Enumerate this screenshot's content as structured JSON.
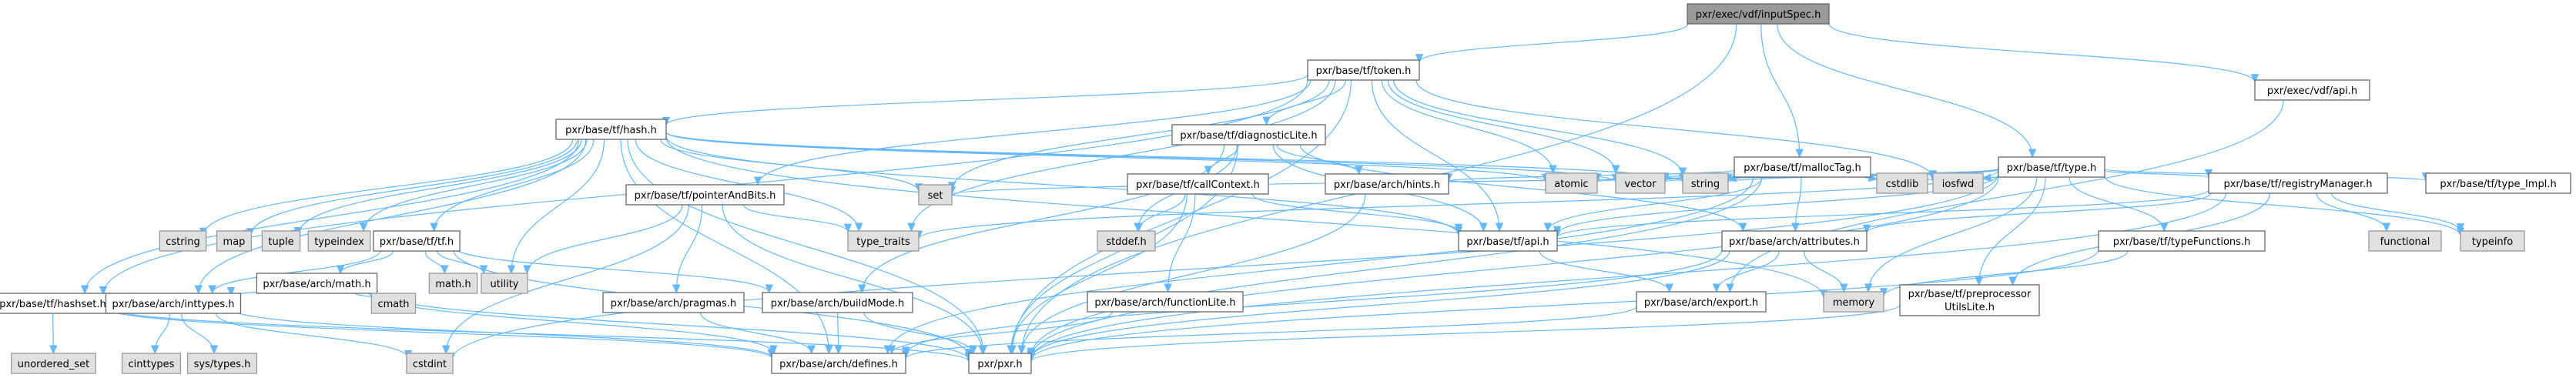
{
  "title": "pxr/exec/vdf/inputSpec.h include dependency graph",
  "colors": {
    "edge": "#63b8ff",
    "root_fill": "#999999",
    "user_fill": "#ffffff",
    "system_fill": "#e0e0e0",
    "border": "#666666"
  },
  "nodes": [
    {
      "id": "inputSpec",
      "label": "pxr/exec/vdf/inputSpec.h",
      "kind": "root"
    },
    {
      "id": "token",
      "label": "pxr/base/tf/token.h",
      "kind": "user"
    },
    {
      "id": "vdfapi",
      "label": "pxr/exec/vdf/api.h",
      "kind": "user"
    },
    {
      "id": "hash",
      "label": "pxr/base/tf/hash.h",
      "kind": "user"
    },
    {
      "id": "diagLite",
      "label": "pxr/base/tf/diagnosticLite.h",
      "kind": "user"
    },
    {
      "id": "mallocTag",
      "label": "pxr/base/tf/mallocTag.h",
      "kind": "user"
    },
    {
      "id": "type",
      "label": "pxr/base/tf/type.h",
      "kind": "user"
    },
    {
      "id": "cstring",
      "label": "cstring",
      "kind": "sys"
    },
    {
      "id": "map",
      "label": "map",
      "kind": "sys"
    },
    {
      "id": "tuple",
      "label": "tuple",
      "kind": "sys"
    },
    {
      "id": "typeindex",
      "label": "typeindex",
      "kind": "sys"
    },
    {
      "id": "tf",
      "label": "pxr/base/tf/tf.h",
      "kind": "user"
    },
    {
      "id": "pointerAndBits",
      "label": "pxr/base/tf/pointerAndBits.h",
      "kind": "user"
    },
    {
      "id": "set",
      "label": "set",
      "kind": "sys"
    },
    {
      "id": "callContext",
      "label": "pxr/base/tf/callContext.h",
      "kind": "user"
    },
    {
      "id": "hints",
      "label": "pxr/base/arch/hints.h",
      "kind": "user"
    },
    {
      "id": "atomic",
      "label": "atomic",
      "kind": "sys"
    },
    {
      "id": "vector",
      "label": "vector",
      "kind": "sys"
    },
    {
      "id": "string",
      "label": "string",
      "kind": "sys"
    },
    {
      "id": "cstdlib",
      "label": "cstdlib",
      "kind": "sys"
    },
    {
      "id": "iosfwd",
      "label": "iosfwd",
      "kind": "sys"
    },
    {
      "id": "registryManager",
      "label": "pxr/base/tf/registryManager.h",
      "kind": "user"
    },
    {
      "id": "typeImpl",
      "label": "pxr/base/tf/type_Impl.h",
      "kind": "user"
    },
    {
      "id": "mathh",
      "label": "math.h",
      "kind": "sys"
    },
    {
      "id": "utility",
      "label": "utility",
      "kind": "sys"
    },
    {
      "id": "typeTraits",
      "label": "type_traits",
      "kind": "sys"
    },
    {
      "id": "stddef",
      "label": "stddef.h",
      "kind": "sys"
    },
    {
      "id": "tfapi",
      "label": "pxr/base/tf/api.h",
      "kind": "user"
    },
    {
      "id": "attributes",
      "label": "pxr/base/arch/attributes.h",
      "kind": "user"
    },
    {
      "id": "functional",
      "label": "functional",
      "kind": "sys"
    },
    {
      "id": "typeinfo",
      "label": "typeinfo",
      "kind": "sys"
    },
    {
      "id": "archMath",
      "label": "pxr/base/arch/math.h",
      "kind": "user"
    },
    {
      "id": "hashset",
      "label": "pxr/base/tf/hashset.h",
      "kind": "user"
    },
    {
      "id": "inttypes",
      "label": "pxr/base/arch/inttypes.h",
      "kind": "user"
    },
    {
      "id": "cmath",
      "label": "cmath",
      "kind": "sys"
    },
    {
      "id": "pragmas",
      "label": "pxr/base/arch/pragmas.h",
      "kind": "user"
    },
    {
      "id": "buildMode",
      "label": "pxr/base/arch/buildMode.h",
      "kind": "user"
    },
    {
      "id": "functionLite",
      "label": "pxr/base/arch/functionLite.h",
      "kind": "user"
    },
    {
      "id": "memory",
      "label": "memory",
      "kind": "sys"
    },
    {
      "id": "export",
      "label": "pxr/base/arch/export.h",
      "kind": "user"
    },
    {
      "id": "typeFunctions",
      "label": "pxr/base/tf/typeFunctions.h",
      "kind": "user"
    },
    {
      "id": "preproc",
      "label": "pxr/base/tf/preprocessor",
      "label2": "UtilsLite.h",
      "kind": "user"
    },
    {
      "id": "unorderedSet",
      "label": "unordered_set",
      "kind": "sys"
    },
    {
      "id": "cinttypes",
      "label": "cinttypes",
      "kind": "sys"
    },
    {
      "id": "systypes",
      "label": "sys/types.h",
      "kind": "sys"
    },
    {
      "id": "cstdint",
      "label": "cstdint",
      "kind": "sys"
    },
    {
      "id": "defines",
      "label": "pxr/base/arch/defines.h",
      "kind": "user"
    },
    {
      "id": "pxr",
      "label": "pxr/pxr.h",
      "kind": "user"
    }
  ],
  "edges": [
    [
      "inputSpec",
      "token"
    ],
    [
      "inputSpec",
      "vdfapi"
    ],
    [
      "inputSpec",
      "mallocTag"
    ],
    [
      "inputSpec",
      "type"
    ],
    [
      "inputSpec",
      "pxr"
    ],
    [
      "token",
      "hash"
    ],
    [
      "token",
      "diagLite"
    ],
    [
      "token",
      "pointerAndBits"
    ],
    [
      "token",
      "set"
    ],
    [
      "token",
      "atomic"
    ],
    [
      "token",
      "vector"
    ],
    [
      "token",
      "string"
    ],
    [
      "token",
      "iosfwd"
    ],
    [
      "token",
      "tfapi"
    ],
    [
      "token",
      "pxr"
    ],
    [
      "token",
      "typeTraits"
    ],
    [
      "token",
      "hashset"
    ],
    [
      "vdfapi",
      "export"
    ],
    [
      "hash",
      "cstring"
    ],
    [
      "hash",
      "map"
    ],
    [
      "hash",
      "tuple"
    ],
    [
      "hash",
      "typeindex"
    ],
    [
      "hash",
      "tf"
    ],
    [
      "hash",
      "set"
    ],
    [
      "hash",
      "utility"
    ],
    [
      "hash",
      "typeTraits"
    ],
    [
      "hash",
      "vector"
    ],
    [
      "hash",
      "string"
    ],
    [
      "hash",
      "memory"
    ],
    [
      "hash",
      "tfapi"
    ],
    [
      "hash",
      "defines"
    ],
    [
      "hash",
      "pxr"
    ],
    [
      "hash",
      "inttypes"
    ],
    [
      "hash",
      "hashset"
    ],
    [
      "hash",
      "atomic"
    ],
    [
      "tf",
      "archMath"
    ],
    [
      "tf",
      "mathh"
    ],
    [
      "tf",
      "utility"
    ],
    [
      "tf",
      "buildMode"
    ],
    [
      "tf",
      "inttypes"
    ],
    [
      "tf",
      "pxr"
    ],
    [
      "pointerAndBits",
      "utility"
    ],
    [
      "pointerAndBits",
      "typeTraits"
    ],
    [
      "pointerAndBits",
      "pragmas"
    ],
    [
      "pointerAndBits",
      "cstdint"
    ],
    [
      "pointerAndBits",
      "pxr"
    ],
    [
      "diagLite",
      "callContext"
    ],
    [
      "diagLite",
      "hints"
    ],
    [
      "diagLite",
      "tfapi"
    ],
    [
      "diagLite",
      "stddef"
    ],
    [
      "diagLite",
      "buildMode"
    ],
    [
      "diagLite",
      "pxr"
    ],
    [
      "diagLite",
      "attributes"
    ],
    [
      "callContext",
      "stddef"
    ],
    [
      "callContext",
      "functionLite"
    ],
    [
      "callContext",
      "tfapi"
    ],
    [
      "callContext",
      "pxr"
    ],
    [
      "hints",
      "pxr"
    ],
    [
      "mallocTag",
      "atomic"
    ],
    [
      "mallocTag",
      "vector"
    ],
    [
      "mallocTag",
      "string"
    ],
    [
      "mallocTag",
      "cstdlib"
    ],
    [
      "mallocTag",
      "iosfwd"
    ],
    [
      "mallocTag",
      "tfapi"
    ],
    [
      "mallocTag",
      "hints"
    ],
    [
      "mallocTag",
      "defines"
    ],
    [
      "mallocTag",
      "pxr"
    ],
    [
      "mallocTag",
      "attributes"
    ],
    [
      "type",
      "set"
    ],
    [
      "type",
      "atomic"
    ],
    [
      "type",
      "vector"
    ],
    [
      "type",
      "string"
    ],
    [
      "type",
      "iosfwd"
    ],
    [
      "type",
      "registryManager"
    ],
    [
      "type",
      "typeImpl"
    ],
    [
      "type",
      "typeinfo"
    ],
    [
      "type",
      "tfapi"
    ],
    [
      "type",
      "typeTraits"
    ],
    [
      "type",
      "typeFunctions"
    ],
    [
      "type",
      "memory"
    ],
    [
      "type",
      "pxr"
    ],
    [
      "type",
      "cstdint"
    ],
    [
      "type",
      "preproc"
    ],
    [
      "registryManager",
      "functional"
    ],
    [
      "registryManager",
      "typeinfo"
    ],
    [
      "registryManager",
      "tfapi"
    ],
    [
      "registryManager",
      "attributes"
    ],
    [
      "registryManager",
      "preproc"
    ],
    [
      "registryManager",
      "pxr"
    ],
    [
      "tfapi",
      "export"
    ],
    [
      "attributes",
      "export"
    ],
    [
      "attributes",
      "memory"
    ],
    [
      "attributes",
      "defines"
    ],
    [
      "attributes",
      "pxr"
    ],
    [
      "archMath",
      "cmath"
    ],
    [
      "archMath",
      "inttypes"
    ],
    [
      "archMath",
      "defines"
    ],
    [
      "archMath",
      "pxr"
    ],
    [
      "hashset",
      "unorderedSet"
    ],
    [
      "hashset",
      "defines"
    ],
    [
      "hashset",
      "pxr"
    ],
    [
      "inttypes",
      "cinttypes"
    ],
    [
      "inttypes",
      "systypes"
    ],
    [
      "inttypes",
      "cstdint"
    ],
    [
      "inttypes",
      "defines"
    ],
    [
      "pragmas",
      "defines"
    ],
    [
      "buildMode",
      "defines"
    ],
    [
      "buildMode",
      "pxr"
    ],
    [
      "functionLite",
      "defines"
    ],
    [
      "export",
      "defines"
    ],
    [
      "typeFunctions",
      "memory"
    ],
    [
      "typeFunctions",
      "pxr"
    ],
    [
      "preproc",
      "pxr"
    ]
  ]
}
